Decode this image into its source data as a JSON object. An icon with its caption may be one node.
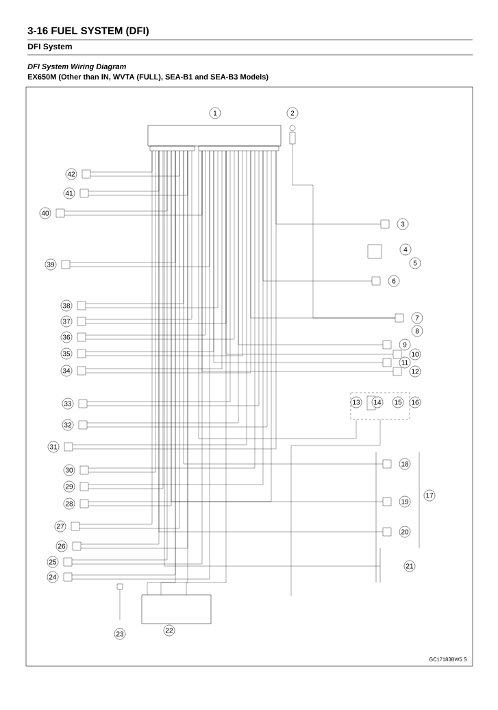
{
  "diagram": {
    "title": "3-16 FUEL SYSTEM (DFI)",
    "nodes": [
      {
        "text": [
          "1"
        ]
      },
      {
        "text": [
          "2"
        ]
      },
      {
        "text": [
          "3"
        ]
      },
      {
        "text": [
          "4"
        ]
      },
      {
        "text": [
          "5"
        ]
      },
      {
        "text": [
          "6"
        ]
      },
      {
        "text": [
          "7"
        ]
      },
      {
        "text": [
          "8"
        ]
      },
      {
        "text": [
          "9"
        ]
      },
      {
        "text": [
          "10"
        ]
      },
      {
        "text": [
          "11"
        ]
      },
      {
        "text": [
          "12"
        ]
      },
      {
        "text": [
          "13"
        ]
      },
      {
        "text": [
          "14"
        ]
      },
      {
        "text": [
          "15"
        ]
      },
      {
        "text": [
          "16"
        ]
      },
      {
        "text": [
          "17"
        ]
      },
      {
        "text": [
          "18"
        ]
      },
      {
        "text": [
          "19"
        ]
      },
      {
        "text": [
          "20"
        ]
      },
      {
        "text": [
          "21"
        ]
      },
      {
        "text": [
          "22"
        ]
      },
      {
        "text": [
          "23"
        ]
      },
      {
        "text": [
          "24"
        ]
      },
      {
        "text": [
          "25"
        ]
      },
      {
        "text": [
          "26"
        ]
      },
      {
        "text": [
          "27"
        ]
      },
      {
        "text": [
          "28"
        ]
      },
      {
        "text": [
          "29"
        ]
      },
      {
        "text": [
          "30"
        ]
      },
      {
        "text": [
          "31"
        ]
      },
      {
        "text": [
          "32"
        ]
      },
      {
        "text": [
          "33"
        ]
      },
      {
        "text": [
          "34"
        ]
      },
      {
        "text": [
          "35"
        ]
      },
      {
        "text": [
          "36"
        ]
      },
      {
        "text": [
          "37"
        ]
      },
      {
        "text": [
          "38"
        ]
      },
      {
        "text": [
          "39"
        ]
      },
      {
        "text": [
          "40"
        ]
      },
      {
        "text": [
          "41"
        ]
      },
      {
        "text": [
          "42"
        ]
      }
    ],
    "labels": [
      "DFI System",
      "DFI System Wiring Diagram",
      "EX650M (Other than IN, WVTA (FULL), SEA-B1 and SEA-B3 Models)",
      "GC17183BW5 S"
    ]
  }
}
